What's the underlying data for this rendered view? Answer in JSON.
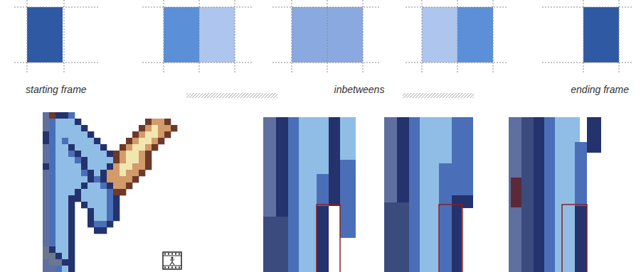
{
  "diagram": {
    "labels": [
      "starting frame",
      "inbetweens",
      "ending frame"
    ]
  }
}
